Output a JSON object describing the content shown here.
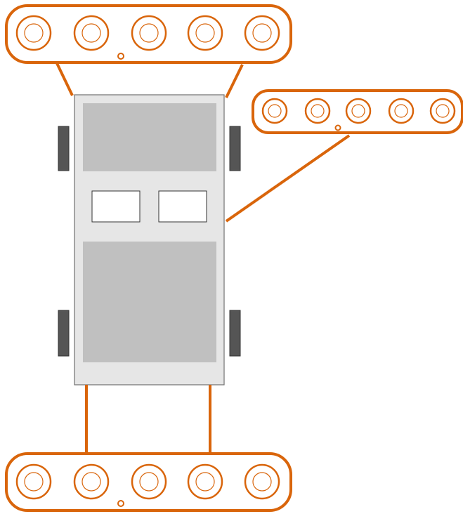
{
  "colors": {
    "accent": "#d9650b",
    "background": "#ffffff",
    "body_fill": "#e6e6e6",
    "body_stroke": "#707070",
    "panel_fill": "#c0c0c0",
    "wheel_fill": "#555555",
    "window_fill": "#ffffff"
  },
  "diagram": {
    "vehicle": {
      "wheels": 4,
      "windows": 2,
      "panels": 2
    },
    "roller_strips": [
      {
        "id": "top",
        "rollers": 5,
        "has_pin": true,
        "connectors": 2
      },
      {
        "id": "right",
        "rollers": 5,
        "has_pin": true,
        "connectors": 1
      },
      {
        "id": "bottom",
        "rollers": 5,
        "has_pin": true,
        "connectors": 2
      }
    ]
  }
}
